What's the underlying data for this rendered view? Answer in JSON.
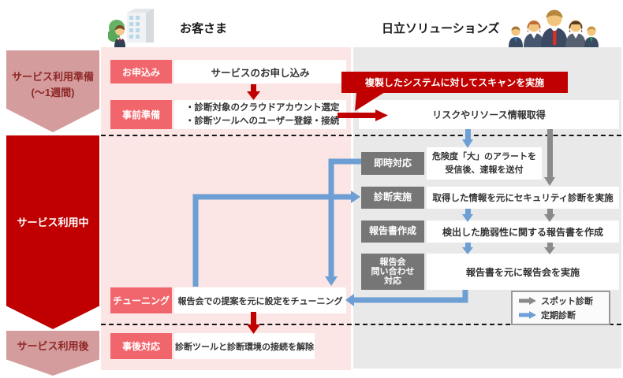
{
  "header": {
    "customer": "お客さま",
    "provider": "日立ソリューションズ"
  },
  "sidebar": {
    "phases": [
      {
        "line1": "サービス利用準備",
        "line2": "(～1週間)"
      },
      {
        "line1": "サービス利用中"
      },
      {
        "line1": "サービス利用後"
      }
    ]
  },
  "customer": {
    "rows": [
      {
        "label": "お申込み",
        "text": "サービスのお申し込み"
      },
      {
        "label": "事前準備",
        "line1": "・診断対象のクラウドアカウント選定",
        "line2": "・診断ツールへのユーザー登録・接続"
      },
      {
        "label": "チューニング",
        "text": "報告会での提案を元に設定をチューニング"
      },
      {
        "label": "事後対応",
        "text": "診断ツールと診断環境の接続を解除"
      }
    ]
  },
  "provider": {
    "callout": "複製したシステムに対してスキャンを実施",
    "intake": "リスクやリソース情報取得",
    "steps": [
      {
        "label": "即時対応",
        "line1": "危険度「大」のアラートを",
        "line2": "受信後、速報を送付"
      },
      {
        "label": "診断実施",
        "text": "取得した情報を元にセキュリティ診断を実施"
      },
      {
        "label": "報告書作成",
        "text": "検出した脆弱性に関する報告書を作成"
      },
      {
        "label_line1": "報告会",
        "label_line2": "問い合わせ",
        "label_line3": "対応",
        "text": "報告書を元に報告会を実施"
      }
    ]
  },
  "legend": {
    "items": [
      {
        "label": "スポット診断",
        "color": "#8a8a8a"
      },
      {
        "label": "定期診断",
        "color": "#6d9fd4"
      }
    ]
  },
  "colors": {
    "dark_red": "#c00000",
    "coral_label": "#f1666d",
    "rose_phase": "#d49c9c",
    "phase_text": "#8e2727",
    "pink_band": "#fbe5e5",
    "gray_band": "#e9e9e9",
    "step_label_gray": "#767676",
    "arrow_blue": "#6d9fd4",
    "arrow_gray": "#8a8a8a"
  }
}
